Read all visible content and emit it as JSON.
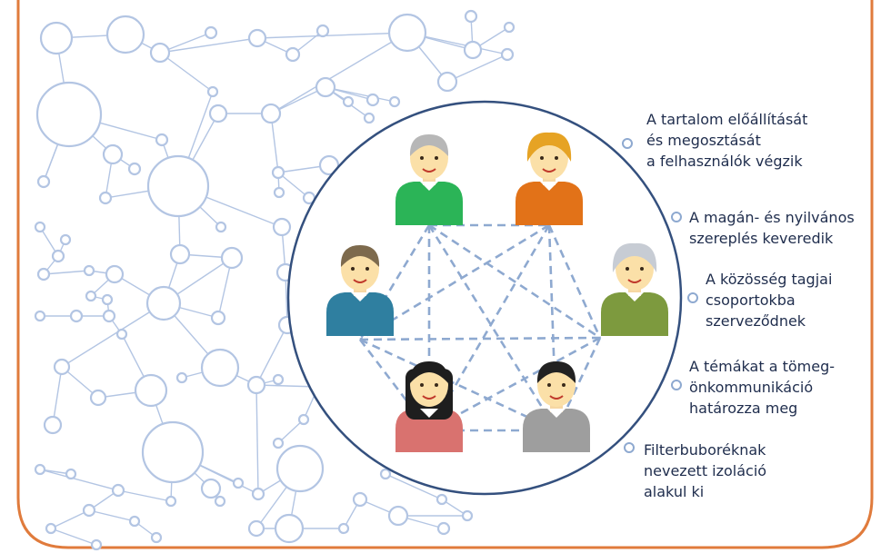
{
  "frame": {
    "color": "#e07b3c"
  },
  "colors": {
    "network": "#b3c5e3",
    "circle_border": "#34507e",
    "dashed_links": "#8ea9d0",
    "text": "#1f2d4d"
  },
  "people": [
    {
      "name": "older-man-green",
      "shirt": "#2bb457",
      "hair": "#b7b7b7"
    },
    {
      "name": "woman-curly-orange",
      "shirt": "#e27218",
      "hair": "#e6a324"
    },
    {
      "name": "man-teal",
      "shirt": "#2f7fa0",
      "hair": "#7d6a4d"
    },
    {
      "name": "older-woman-olive",
      "shirt": "#7d9a3e",
      "hair": "#c7ccd4"
    },
    {
      "name": "woman-black-hair",
      "shirt": "#d9726f",
      "hair": "#1e1e1e"
    },
    {
      "name": "young-man-grey",
      "shirt": "#9e9e9e",
      "hair": "#222222"
    }
  ],
  "bullets": [
    {
      "lines": [
        "A tartalom előállítását",
        "és megosztását",
        "a felhasználók végzik"
      ]
    },
    {
      "lines": [
        "A magán- és nyilvános",
        "szereplés keveredik"
      ]
    },
    {
      "lines": [
        "A közösség tagjai",
        "csoportokba",
        "szerveződnek"
      ]
    },
    {
      "lines": [
        "A témákat a tömeg-",
        "önkommunikáció",
        "határozza meg"
      ]
    },
    {
      "lines": [
        "Filterbuboréknak",
        "nevezett izoláció",
        "alakul ki"
      ]
    }
  ]
}
